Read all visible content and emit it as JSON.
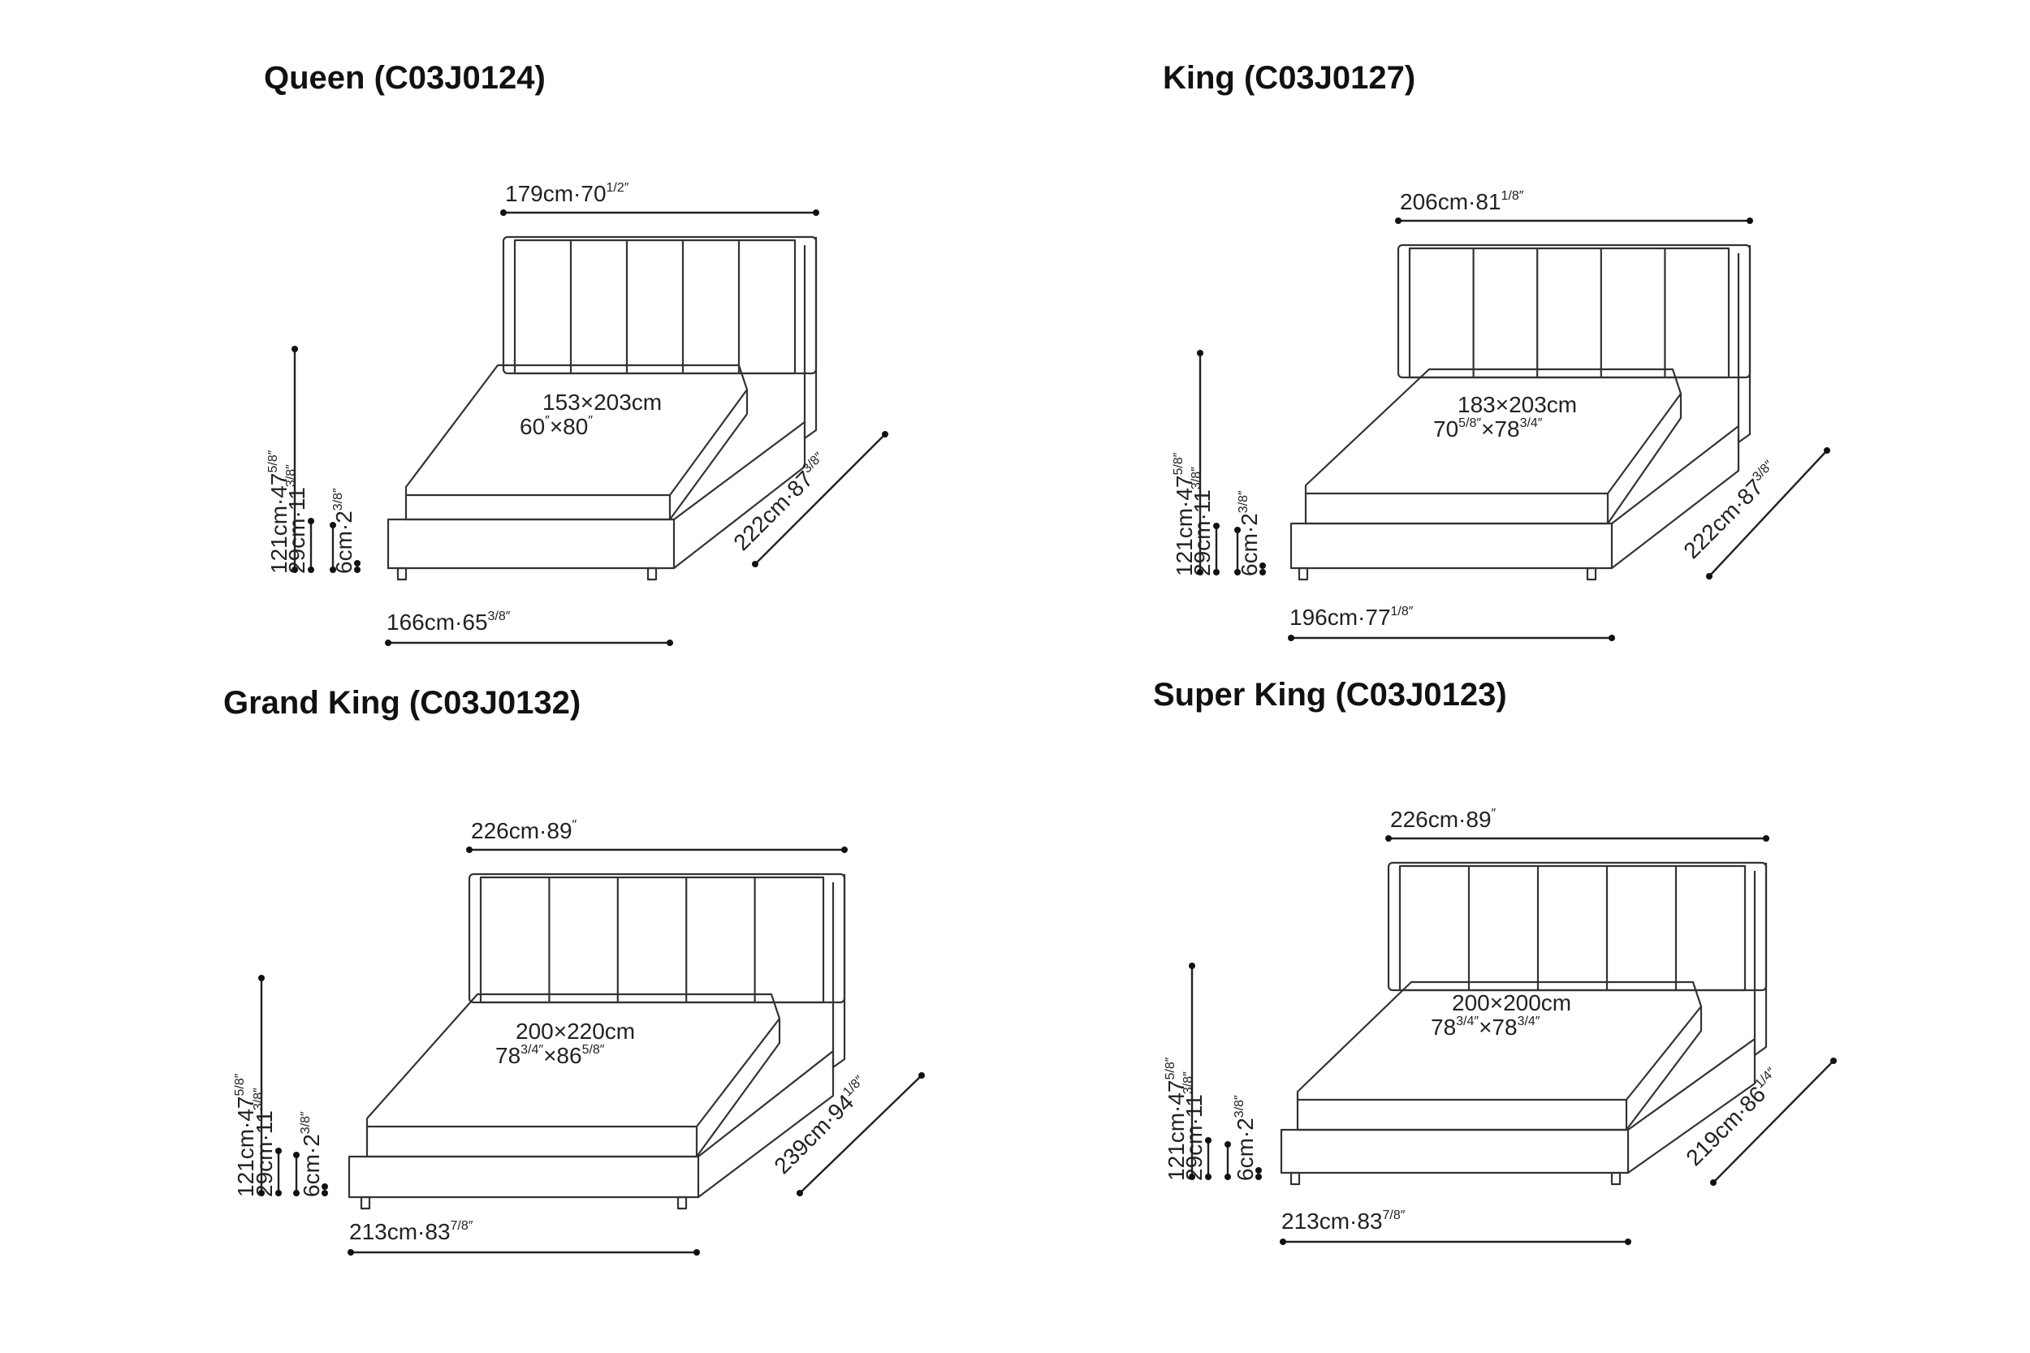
{
  "panels": [
    {
      "title": "Queen (C03J0124)",
      "headboard_width": {
        "main": "179cm·70",
        "frac": "1/2″"
      },
      "frame_width": {
        "main": "166cm·65",
        "frac": "3/8″"
      },
      "length": {
        "main": "222cm·87",
        "frac": "3/8″"
      },
      "height_total": {
        "main": "121cm·47",
        "frac": "5/8″"
      },
      "height_base": {
        "main": "29cm·11",
        "frac": "3/8″"
      },
      "height_legs": {
        "main": "6cm·2",
        "frac": "3/8″"
      },
      "mattress_metric": "153×203cm",
      "mattress_imperial": [
        {
          "main": "60",
          "frac": "″"
        },
        {
          "main": "×80",
          "frac": "″"
        }
      ]
    },
    {
      "title": "King (C03J0127)",
      "headboard_width": {
        "main": "206cm·81",
        "frac": "1/8″"
      },
      "frame_width": {
        "main": "196cm·77",
        "frac": "1/8″"
      },
      "length": {
        "main": "222cm·87",
        "frac": "3/8″"
      },
      "height_total": {
        "main": "121cm·47",
        "frac": "5/8″"
      },
      "height_base": {
        "main": "29cm·11",
        "frac": "3/8″"
      },
      "height_legs": {
        "main": "6cm·2",
        "frac": "3/8″"
      },
      "mattress_metric": "183×203cm",
      "mattress_imperial": [
        {
          "main": "70",
          "frac": "5/8″"
        },
        {
          "main": "×78",
          "frac": "3/4″"
        }
      ]
    },
    {
      "title": "Grand King (C03J0132)",
      "headboard_width": {
        "main": "226cm·89",
        "frac": "″"
      },
      "frame_width": {
        "main": "213cm·83",
        "frac": "7/8″"
      },
      "length": {
        "main": "239cm·94",
        "frac": "1/8″"
      },
      "height_total": {
        "main": "121cm·47",
        "frac": "5/8″"
      },
      "height_base": {
        "main": "29cm·11",
        "frac": "3/8″"
      },
      "height_legs": {
        "main": "6cm·2",
        "frac": "3/8″"
      },
      "mattress_metric": "200×220cm",
      "mattress_imperial": [
        {
          "main": "78",
          "frac": "3/4″"
        },
        {
          "main": "×86",
          "frac": "5/8″"
        }
      ]
    },
    {
      "title": "Super King (C03J0123)",
      "headboard_width": {
        "main": "226cm·89",
        "frac": "″"
      },
      "frame_width": {
        "main": "213cm·83",
        "frac": "7/8″"
      },
      "length": {
        "main": "219cm·86",
        "frac": "1/4″"
      },
      "height_total": {
        "main": "121cm·47",
        "frac": "5/8″"
      },
      "height_base": {
        "main": "29cm·11",
        "frac": "3/8″"
      },
      "height_legs": {
        "main": "6cm·2",
        "frac": "3/8″"
      },
      "mattress_metric": "200×200cm",
      "mattress_imperial": [
        {
          "main": "78",
          "frac": "3/4″"
        },
        {
          "main": "×78",
          "frac": "3/4″"
        }
      ]
    }
  ]
}
